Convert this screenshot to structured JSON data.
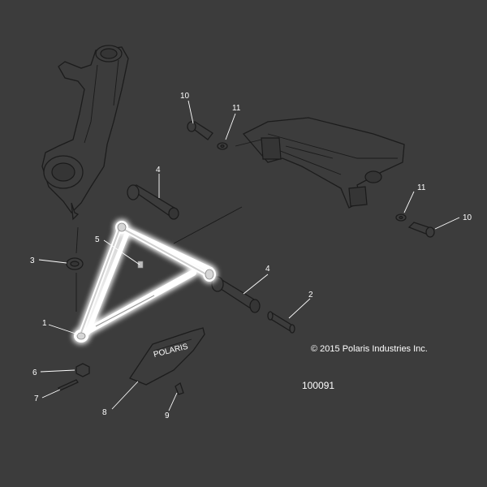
{
  "copyright": "© 2015 Polaris Industries Inc.",
  "diagram_number": "100091",
  "guard_logo_text": "POLARIS",
  "callouts": {
    "c1": "1",
    "c2": "2",
    "c3": "3",
    "c4a": "4",
    "c4b": "4",
    "c5": "5",
    "c6": "6",
    "c7": "7",
    "c8": "8",
    "c9": "9",
    "c10a": "10",
    "c10b": "10",
    "c11a": "11",
    "c11b": "11"
  },
  "colors": {
    "background": "#3c3c3c",
    "line_art": "#1c1c1c",
    "highlight_glow": "#ffffff"
  }
}
